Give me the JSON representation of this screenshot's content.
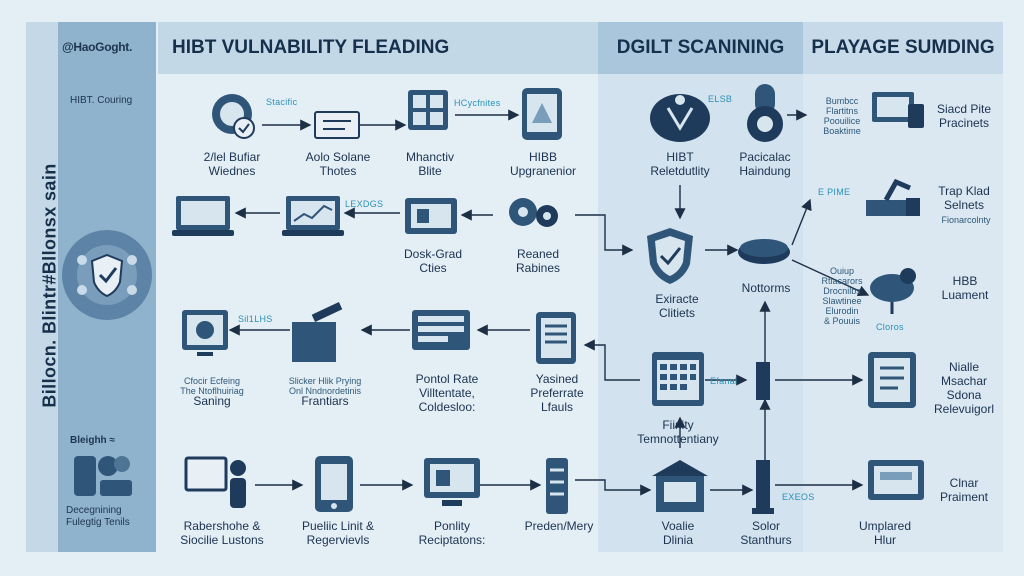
{
  "headers": {
    "main": "HIBT VULNABILITY FLEADING",
    "middle": "DGILT SCANINING",
    "right": "PLAYAGE SUMDING"
  },
  "sidebar": {
    "brand": "@HaoGoght.",
    "subtitle": "HIBT. Couring",
    "vertical_title": "Billocn. Blintr#Bllonsx sain",
    "bottom_heading": "Bleighh ≈",
    "bottom_text": "Decegnining Fulegtig Tenils"
  },
  "tags": {
    "t1": "Stacific",
    "t2": "HCycfnites",
    "t3": "LEXDGS",
    "t4": "Sil1LHS",
    "t5": "ELSB",
    "t6": "E PIME",
    "t7": "Cloros",
    "t8": "Efanal",
    "t9": "EXEOS"
  },
  "labels": {
    "r1_1": "2/lel Bufiar\nWiednes",
    "r1_2": "Aolo Solane\nThotes",
    "r1_3": "Mhanctiv\nBlite",
    "r1_4": "HIBB\nUpgranenior",
    "r1_5": "HIBT\nReletdutlity",
    "r1_6": "Pacicalac\nHaindung",
    "r2_3": "Dosk-Grad\nCties",
    "r2_4": "Reaned\nRabines",
    "r2_5": "Exiracte\nClitiets",
    "r2_6": "Nottorms",
    "r3_1": "Saning",
    "r3_2": "Frantiars",
    "r3_3": "Pontol Rate\nVilltentate,\nColdesloo:",
    "r3_4": "Yasined\nPreferrate\nLfauls",
    "r3_5": "Fiinity\nTemnottentiany",
    "r4_1": "Rabershohe &\nSiocilie Lustons",
    "r4_2": "Pueliic Linit &\nRegervievls",
    "r4_3": "Ponlity\nReciptatons:",
    "r4_4": "Preden/Mery",
    "r4_5": "Voalie\nDlinia",
    "r4_6": "Solor\nStanthurs",
    "right_1": "Siacd Pite\nPracinets",
    "right_2": "Trap Klad\nSelnets",
    "right_3": "HBB\nLuament",
    "right_4": "Nialle\nMsachar\nSdona\nRelevuigorl",
    "right_5": "Clnar\nPraiment",
    "right_6": "Umplared\nHlur"
  },
  "small_texts": {
    "s1": "Cfocir Ecfeing\nThe Ntoflhuiriag",
    "s2": "Slicker Hlik Prying\nOnl Nndnordetinis",
    "s3": "Bumbcc\nFlartitns\nPoouilice\nBoaktime",
    "s4": "Fionarcolnty",
    "s5": "Ouiup\nRtlacarors\nDrocnilbs\nSlawtinee\nElurodin\n& Pouuis"
  },
  "colors": {
    "navy": "#1f3b5c",
    "icon_blue": "#2f5578",
    "accent": "#2b92b8",
    "arrow": "#1d2f45"
  }
}
